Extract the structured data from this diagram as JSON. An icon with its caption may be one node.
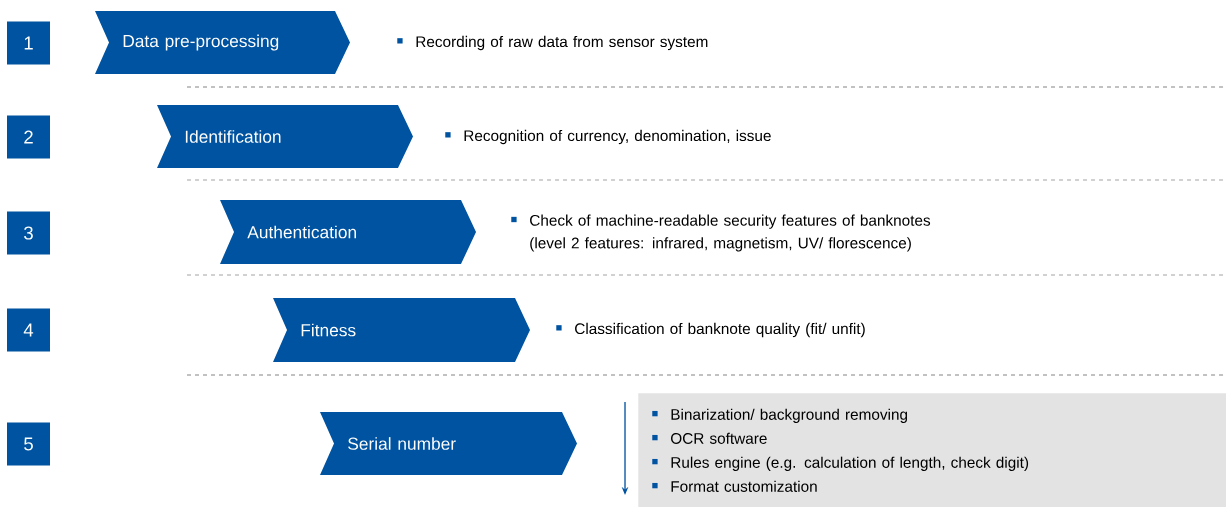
{
  "diagram": {
    "nodes": [
      {
        "text": [
          "1"
        ]
      },
      {
        "text": [
          "Data pre-processing"
        ]
      },
      {
        "text": [
          "2"
        ]
      },
      {
        "text": [
          "Identification"
        ]
      },
      {
        "text": [
          "3"
        ]
      },
      {
        "text": [
          "Authentication"
        ]
      },
      {
        "text": [
          "4"
        ]
      },
      {
        "text": [
          "Fitness"
        ]
      },
      {
        "text": [
          "5"
        ]
      },
      {
        "text": [
          "Serial number"
        ]
      },
      {
        "text": [
          "Binarization/ background removing",
          "OCR software",
          "Rules engine (e.g. calculation of length, check digit)",
          "Format customization"
        ]
      }
    ],
    "labels": [
      "Recording of raw data from sensor system",
      "Recognition of currency, denomination, issue",
      "Check of machine-readable security features of banknotes (level 2 features: infrared, magnetism, UV/ florescence)",
      "Classification of banknote quality (fit/ unfit)"
    ]
  }
}
